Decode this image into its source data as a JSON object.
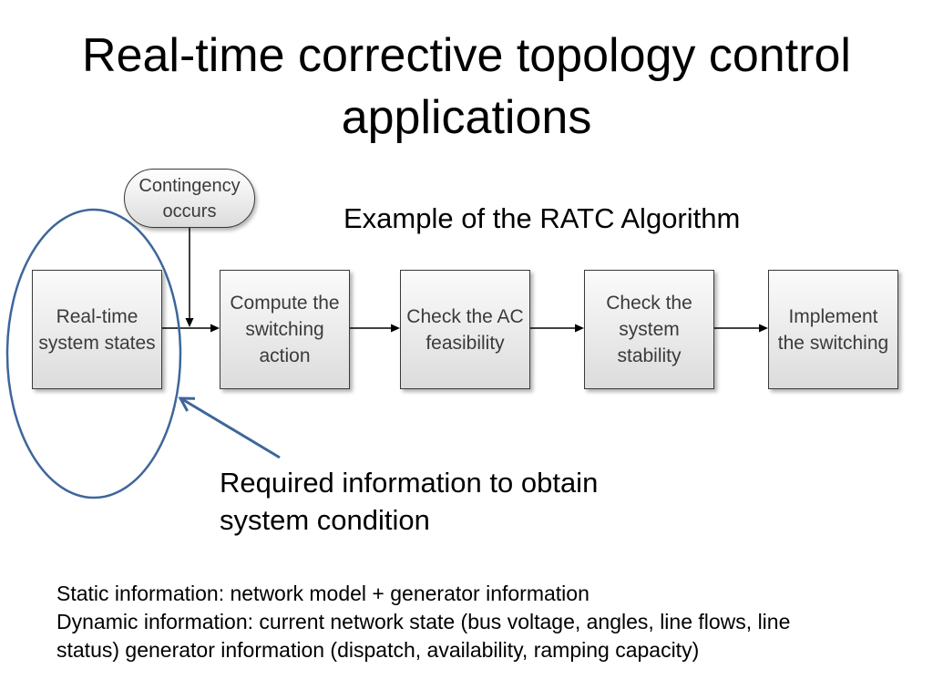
{
  "slide": {
    "title": "Real-time corrective topology control applications",
    "caption": "Example of the RATC Algorithm"
  },
  "diagram": {
    "trigger": {
      "lines": [
        "Contingency",
        "occurs"
      ]
    },
    "steps": [
      {
        "lines": [
          "Real-time",
          "system states"
        ]
      },
      {
        "lines": [
          "Compute the",
          "switching",
          "action"
        ]
      },
      {
        "lines": [
          "Check the AC",
          "feasibility"
        ]
      },
      {
        "lines": [
          "Check the",
          "system",
          "stability"
        ]
      },
      {
        "lines": [
          "Implement",
          "the switching"
        ]
      }
    ],
    "annotation": {
      "lines": [
        "Required information to obtain",
        "system condition"
      ]
    }
  },
  "notes": {
    "static": "Static information: network model + generator information",
    "dynamic": "Dynamic information: current network state (bus voltage, angles, line flows, line status) generator information (dispatch, availability, ramping capacity)"
  },
  "colors": {
    "highlight": "#3e669b",
    "connector": "#000000",
    "box_border": "#3a3a3a",
    "box_text": "#3b3b3b"
  }
}
